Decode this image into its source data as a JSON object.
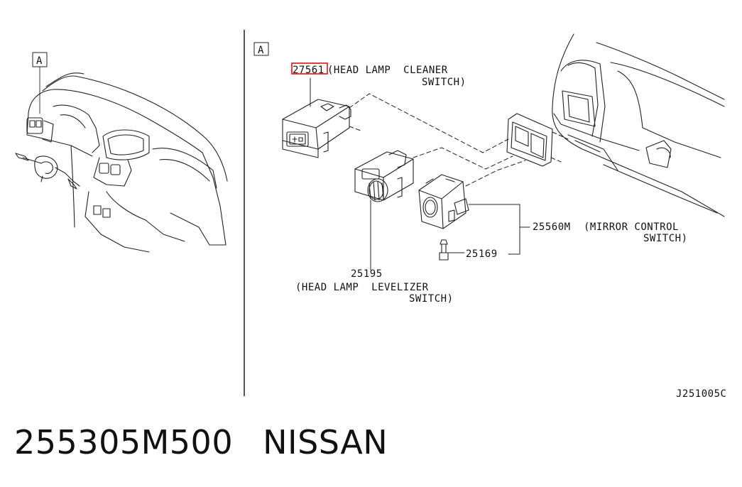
{
  "view_marker_left": "A",
  "view_marker_right": "A",
  "parts": {
    "head_lamp_cleaner": {
      "number": "27561",
      "name_line1": "(HEAD LAMP  CLEANER",
      "name_line2": "SWITCH)",
      "highlight_color": "#e01010"
    },
    "head_lamp_levelizer": {
      "number": "25195",
      "name_line1": "(HEAD LAMP  LEVELIZER",
      "name_line2": "SWITCH)"
    },
    "mirror_control": {
      "number": "25560M",
      "name_line1": "(MIRROR CONTROL",
      "name_line2": "SWITCH)"
    },
    "screw": {
      "number": "25169"
    }
  },
  "diagram_code": "J251005C",
  "caption": {
    "part_number": "255305M500",
    "brand": "NISSAN"
  }
}
